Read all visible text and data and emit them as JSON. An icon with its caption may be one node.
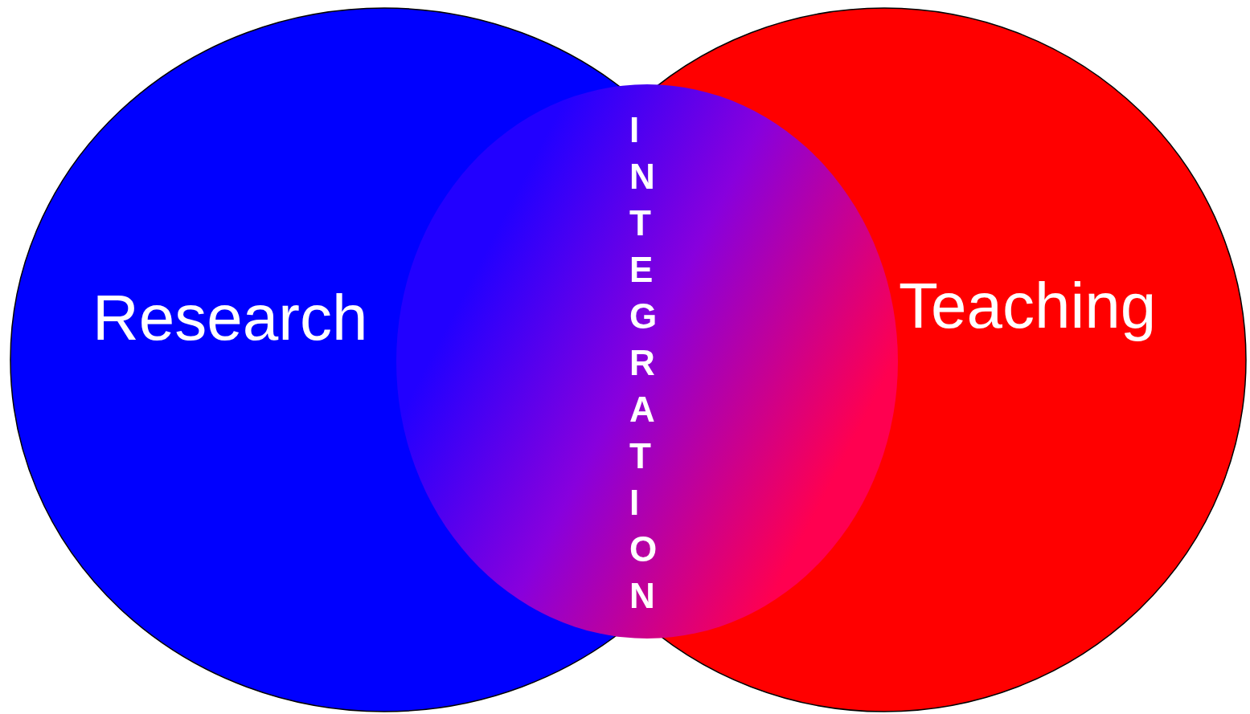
{
  "diagram": {
    "nodes": [
      {
        "text": [
          "Research"
        ]
      },
      {
        "text": [
          "Teaching"
        ]
      },
      {
        "text": [
          "INTEGRATION"
        ]
      }
    ]
  }
}
